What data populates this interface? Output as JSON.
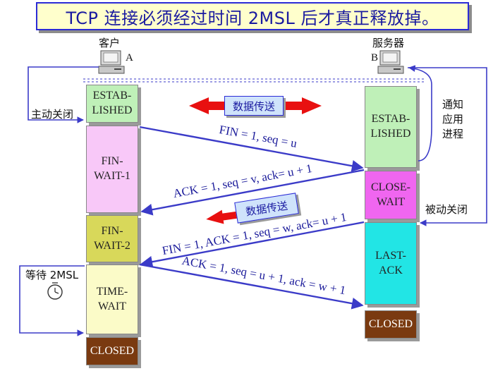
{
  "title": "TCP 连接必须经过时间 2MSL 后才真正释放掉。",
  "client": {
    "name": "客户",
    "letter": "A"
  },
  "server": {
    "name": "服务器",
    "letter": "B"
  },
  "annotations": {
    "active_close": "主动关闭",
    "passive_close": "被动关闭",
    "notify_app": "通知\n应用\n进程",
    "wait_2msl": "等待 2MSL"
  },
  "data_transfer": "数据传送",
  "client_states": [
    {
      "name": "ESTAB-\nLISHED",
      "color": "#bff0b8"
    },
    {
      "name": "FIN-\nWAIT-1",
      "color": "#f8c8f8"
    },
    {
      "name": "FIN-\nWAIT-2",
      "color": "#d8d85a"
    },
    {
      "name": "TIME-\nWAIT",
      "color": "#fbfbc8"
    },
    {
      "name": "CLOSED",
      "color": "#7a3a10"
    }
  ],
  "server_states": [
    {
      "name": "ESTAB-\nLISHED",
      "color": "#bff0b8"
    },
    {
      "name": "CLOSE-\nWAIT",
      "color": "#f066f0"
    },
    {
      "name": "LAST-\nACK",
      "color": "#22e5e5"
    },
    {
      "name": "CLOSED",
      "color": "#7a3a10"
    }
  ],
  "messages": [
    {
      "label": "FIN = 1, seq = u",
      "direction": "A→B"
    },
    {
      "label": "ACK = 1, seq = v, ack= u + 1",
      "direction": "B→A"
    },
    {
      "label": "FIN = 1, ACK = 1, seq = w, ack= u + 1",
      "direction": "B→A"
    },
    {
      "label": "ACK = 1, seq = u + 1, ack = w + 1",
      "direction": "A→B"
    }
  ],
  "colors": {
    "arrow": "#3b3bc8",
    "red_arrow": "#e81010",
    "title_text": "#1a1aa0"
  },
  "icons": {
    "computer": "computer-icon",
    "clock": "clock-icon"
  }
}
